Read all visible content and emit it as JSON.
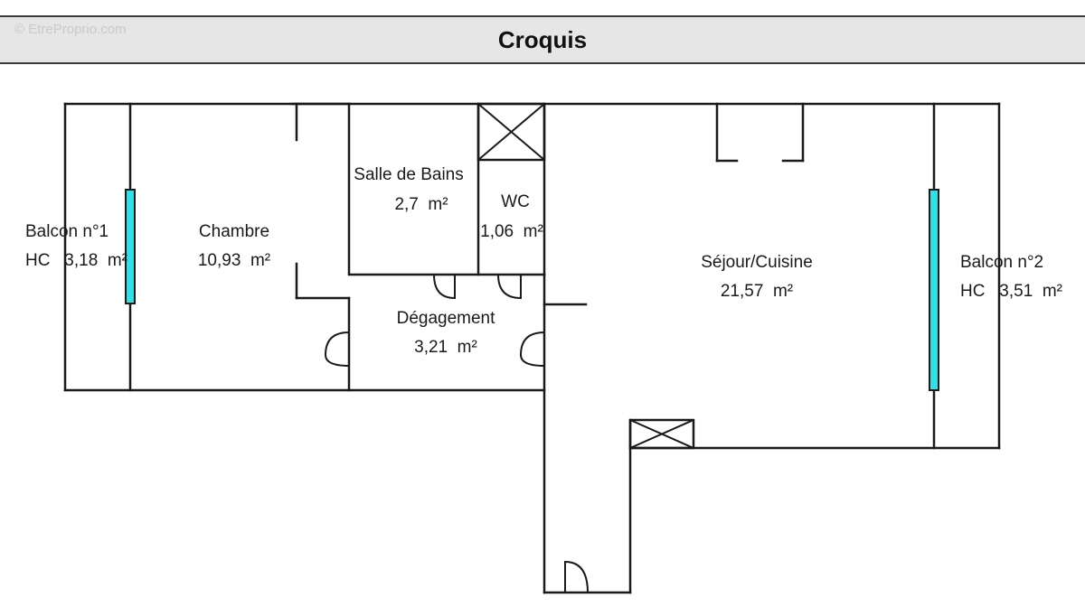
{
  "header": {
    "title": "Croquis"
  },
  "watermark": "© EtreProprio.com",
  "rooms": {
    "balcon1": {
      "name": "Balcon n°1",
      "area": "HC   3,18  m²"
    },
    "chambre": {
      "name": "Chambre",
      "area": "10,93  m²"
    },
    "salle_de_bains": {
      "name": "Salle de Bains",
      "area": "2,7  m²"
    },
    "wc": {
      "name": "WC",
      "area": "1,06  m²"
    },
    "degagement": {
      "name": "Dégagement",
      "area": "3,21  m²"
    },
    "sejour": {
      "name": "Séjour/Cuisine",
      "area": "21,57  m²"
    },
    "balcon2": {
      "name": "Balcon n°2",
      "area": "HC   3,51  m²"
    }
  },
  "colors": {
    "window": "#2fe0e6",
    "header_bg": "#e6e6e6",
    "wall": "#1a1a1a"
  }
}
